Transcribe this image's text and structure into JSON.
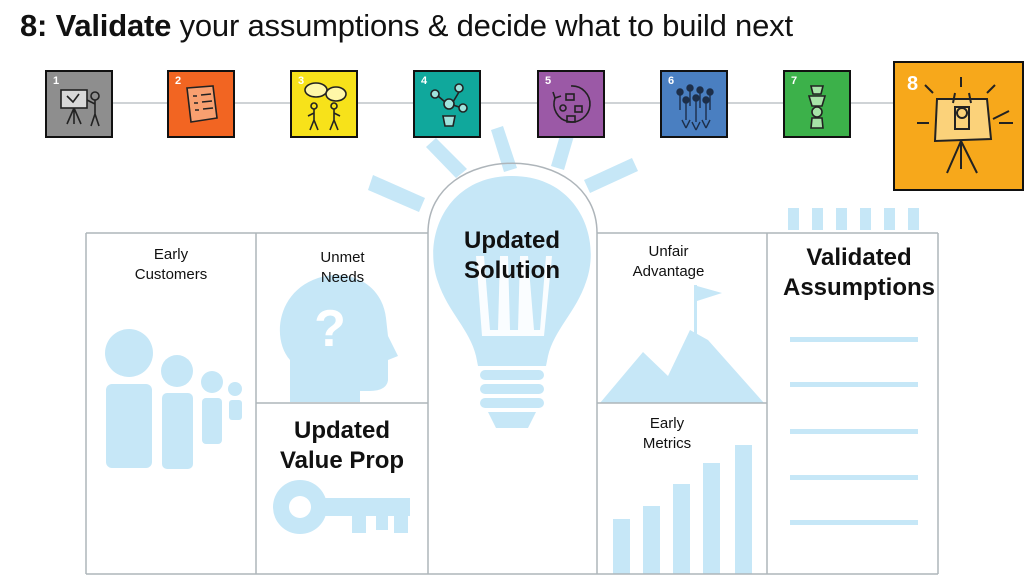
{
  "header": {
    "step_label": "8: Validate",
    "title_rest": "your assumptions & decide what to build next"
  },
  "colors": {
    "accent_light_blue": "#c6e7f7",
    "grid_line": "#aeb5ba",
    "steps": [
      "#8e8e8e",
      "#f26522",
      "#f7e21a",
      "#10a89c",
      "#9b59a6",
      "#4a7fc1",
      "#3cb14a",
      "#f7a81b"
    ]
  },
  "steps": [
    {
      "number": "1",
      "icon": "presentation-easel-icon"
    },
    {
      "number": "2",
      "icon": "checklist-icon"
    },
    {
      "number": "3",
      "icon": "speech-bubbles-icon"
    },
    {
      "number": "4",
      "icon": "network-nodes-icon"
    },
    {
      "number": "5",
      "icon": "cycle-diagram-icon"
    },
    {
      "number": "6",
      "icon": "crowd-icon"
    },
    {
      "number": "7",
      "icon": "trophy-icon"
    },
    {
      "number": "8",
      "icon": "validate-easel-icon"
    }
  ],
  "canvas": {
    "early_customers": "Early\nCustomers",
    "unmet_needs": "Unmet\nNeeds",
    "updated_solution": "Updated\nSolution",
    "unfair_advantage": "Unfair\nAdvantage",
    "validated_assumptions": "Validated\nAssumptions",
    "updated_value_prop": "Updated\nValue Prop",
    "early_metrics": "Early\nMetrics"
  }
}
